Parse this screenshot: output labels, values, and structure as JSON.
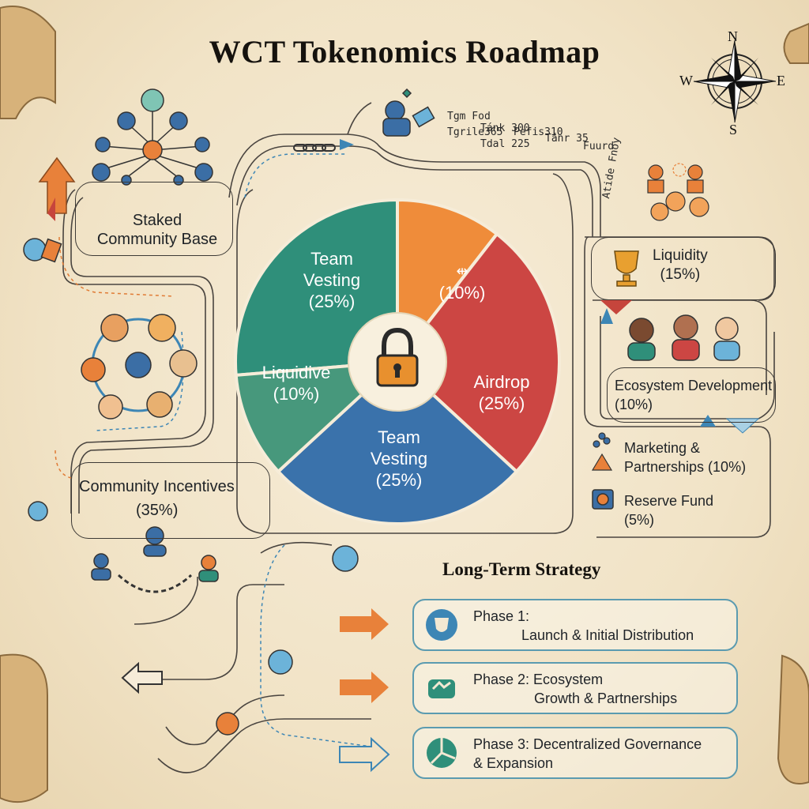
{
  "title": "WCT Tokenomics Roadmap",
  "compass": {
    "n": "N",
    "s": "S",
    "e": "E",
    "w": "W"
  },
  "left_nodes": {
    "staked": "Staked\nCommunity Base",
    "community_label": "Community Incentives",
    "community_pct": "(35%)"
  },
  "scribbles": [
    "Tgm  Fod",
    "Tgrile365",
    "Tánk 300",
    "Tdal  225",
    "Pefis310",
    "Tánr 35",
    "Fuurd"
  ],
  "scribble_side": "Atide Fnoy",
  "pie": {
    "slices": [
      {
        "label": "Team\nVesting\n(25%)",
        "value": 25,
        "color": "#2f8f7a"
      },
      {
        "label": "(10%)",
        "value": 10,
        "color": "#ef8c3a"
      },
      {
        "label": "Airdrop\n(25%)",
        "value": 25,
        "color": "#cc4643"
      },
      {
        "label": "Team\nVesting\n(25%)",
        "value": 25,
        "color": "#3a72ab"
      },
      {
        "label": "Liquidive\n(10%)",
        "value": 10,
        "color": "#47987c"
      }
    ]
  },
  "right_items": {
    "liquidity": "Liquidity\n(15%)",
    "ecosystem": "Ecosystem Development\n(10%)",
    "marketing": "Marketing &\nPartnerships (10%)",
    "reserve": "Reserve Fund\n(5%)"
  },
  "strategy": {
    "title": "Long-Term Strategy",
    "phases": [
      {
        "line1": "Phase 1:",
        "line2": "Launch & Initial Distribution"
      },
      {
        "line1": "Phase 2: Ecosystem",
        "line2": "Growth & Partnerships"
      },
      {
        "line1": "Phase 3: Decentralized Governance",
        "line2": "& Expansion"
      }
    ]
  },
  "icons": [
    "compass-icon",
    "scroll-icon",
    "lock-icon",
    "trophy-icon",
    "people-icon",
    "network-icon",
    "shield-icon",
    "pie-icon",
    "arrow-icon",
    "coin-icon"
  ]
}
